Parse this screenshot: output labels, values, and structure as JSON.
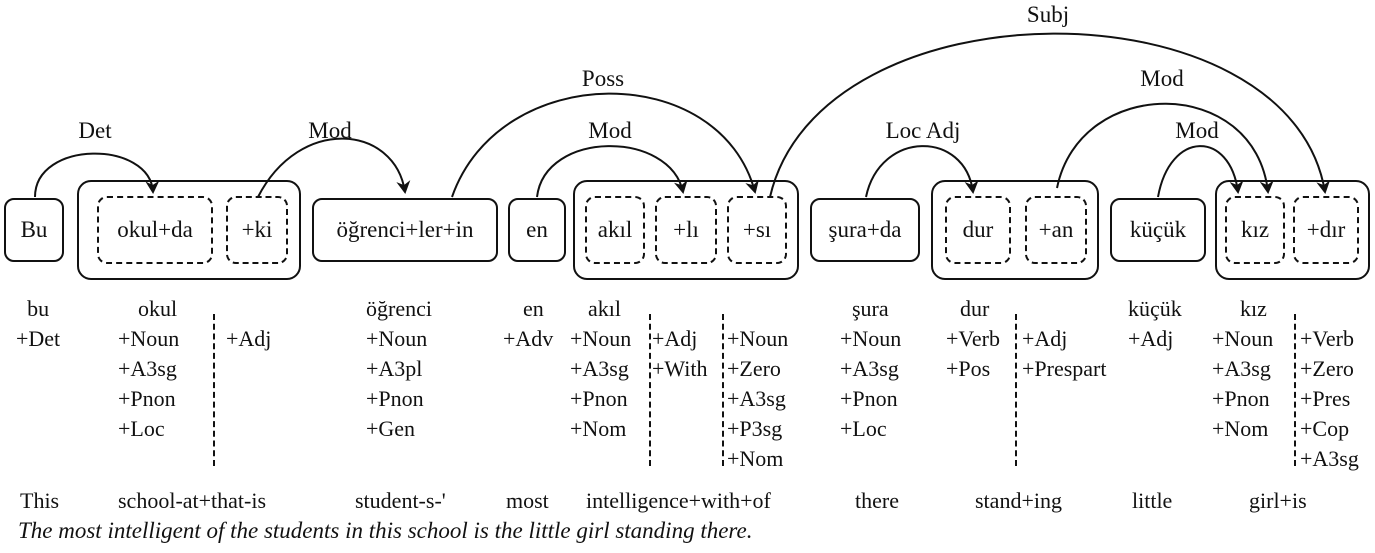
{
  "words": [
    {
      "id": "bu",
      "text": "Bu"
    },
    {
      "id": "okul",
      "text": "okul+da"
    },
    {
      "id": "ki",
      "text": "+ki"
    },
    {
      "id": "ogrenci",
      "text": "öğrenci+ler+in"
    },
    {
      "id": "en",
      "text": "en"
    },
    {
      "id": "akil",
      "text": "akıl"
    },
    {
      "id": "li",
      "text": "+lı"
    },
    {
      "id": "si",
      "text": "+sı"
    },
    {
      "id": "sura",
      "text": "şura+da"
    },
    {
      "id": "dur",
      "text": "dur"
    },
    {
      "id": "an",
      "text": "+an"
    },
    {
      "id": "kucuk",
      "text": "küçük"
    },
    {
      "id": "kiz",
      "text": "kız"
    },
    {
      "id": "dir",
      "text": "+dır"
    }
  ],
  "arcs": [
    {
      "label": "Det"
    },
    {
      "label": "Mod"
    },
    {
      "label": "Poss"
    },
    {
      "label": "Mod"
    },
    {
      "label": "Subj"
    },
    {
      "label": "Loc Adj"
    },
    {
      "label": "Mod"
    },
    {
      "label": "Mod"
    }
  ],
  "glosses": [
    [
      "bu",
      "+Det"
    ],
    [
      "okul",
      "+Noun",
      "+A3sg",
      "+Pnon",
      "+Loc"
    ],
    [
      "",
      "+Adj"
    ],
    [
      "öğrenci",
      "+Noun",
      "+A3pl",
      "+Pnon",
      "+Gen"
    ],
    [
      "en",
      "+Adv"
    ],
    [
      "akıl",
      "+Noun",
      "+A3sg",
      "+Pnon",
      "+Nom"
    ],
    [
      "",
      "+Adj",
      "+With"
    ],
    [
      "",
      "+Noun",
      "+Zero",
      "+A3sg",
      "+P3sg",
      "+Nom"
    ],
    [
      "şura",
      "+Noun",
      "+A3sg",
      "+Pnon",
      "+Loc"
    ],
    [
      "dur",
      "+Verb",
      "+Pos"
    ],
    [
      "",
      "+Adj",
      "+Prespart"
    ],
    [
      "küçük",
      "+Adj"
    ],
    [
      "kız",
      "+Noun",
      "+A3sg",
      "+Pnon",
      "+Nom"
    ],
    [
      "",
      "+Verb",
      "+Zero",
      "+Pres",
      "+Cop",
      "+A3sg"
    ]
  ],
  "translations": [
    "This",
    "school-at+that-is",
    "student-s-'",
    "most",
    "intelligence+with+of",
    "there",
    "stand+ing",
    "little",
    "girl+is"
  ],
  "free_translation": "The most intelligent of the students in this school is the little girl standing there."
}
